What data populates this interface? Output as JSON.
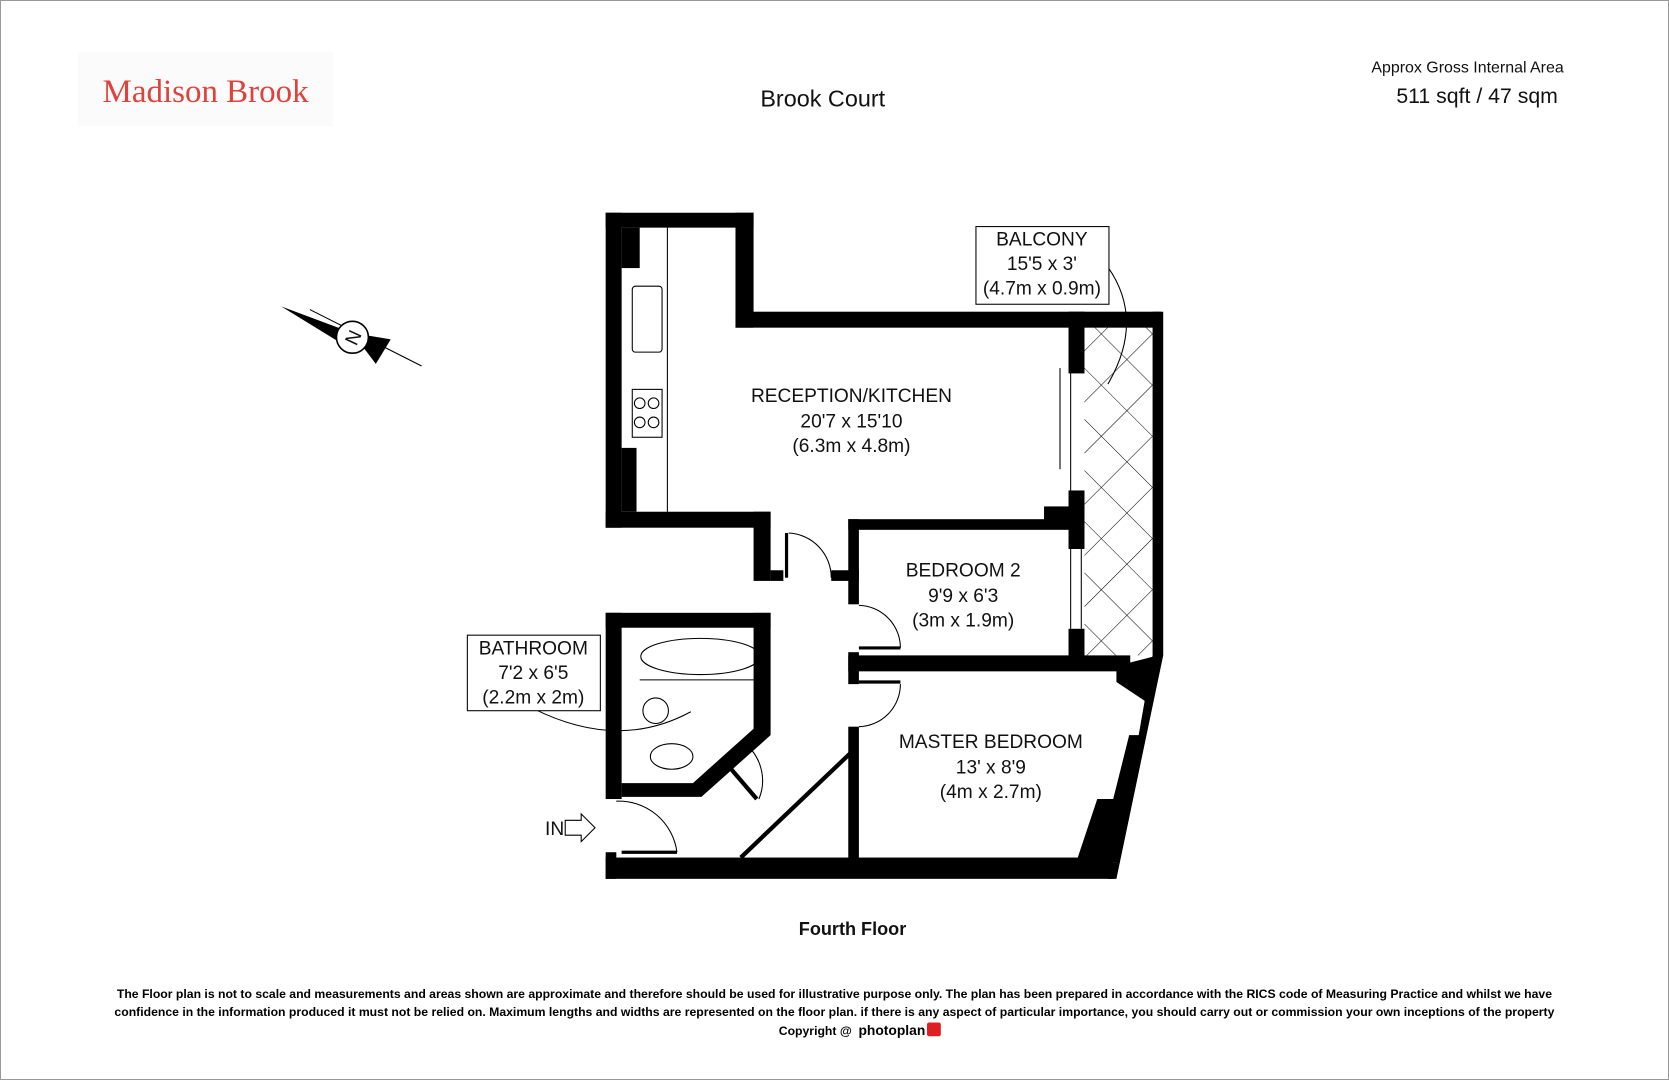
{
  "brand": {
    "name": "Madison Brook",
    "color": "#e0413a"
  },
  "header": {
    "title": "Brook Court",
    "area_label": "Approx Gross Internal Area",
    "area_value": "511 sqft / 47 sqm"
  },
  "rooms": [
    {
      "name": "RECEPTION/KITCHEN",
      "imperial": "20'7 x 15'10",
      "metric": "(6.3m x 4.8m)"
    },
    {
      "name": "BALCONY",
      "imperial": "15'5 x 3'",
      "metric": "(4.7m x 0.9m)"
    },
    {
      "name": "BEDROOM 2",
      "imperial": "9'9 x 6'3",
      "metric": "(3m x 1.9m)"
    },
    {
      "name": "BATHROOM",
      "imperial": "7'2 x 6'5",
      "metric": "(2.2m x 2m)"
    },
    {
      "name": "MASTER BEDROOM",
      "imperial": "13' x 8'9",
      "metric": "(4m x 2.7m)"
    }
  ],
  "entrance_label": "IN",
  "compass_label": "N",
  "floor_label": "Fourth Floor",
  "disclaimer": [
    "The Floor plan is not to scale and measurements and areas shown are approximate and therefore should be used for illustrative purpose only. The plan has been prepared in accordance with the RICS code of Measuring Practice and whilst we have",
    "confidence in the information produced it must not be relied on. Maximum  lengths and widths are represented on the floor plan. if there is any aspect of particular importance, you should carry out or commission your own inceptions of the property"
  ],
  "copyright": {
    "prefix": "Copyright @",
    "brand": "photoplan"
  }
}
